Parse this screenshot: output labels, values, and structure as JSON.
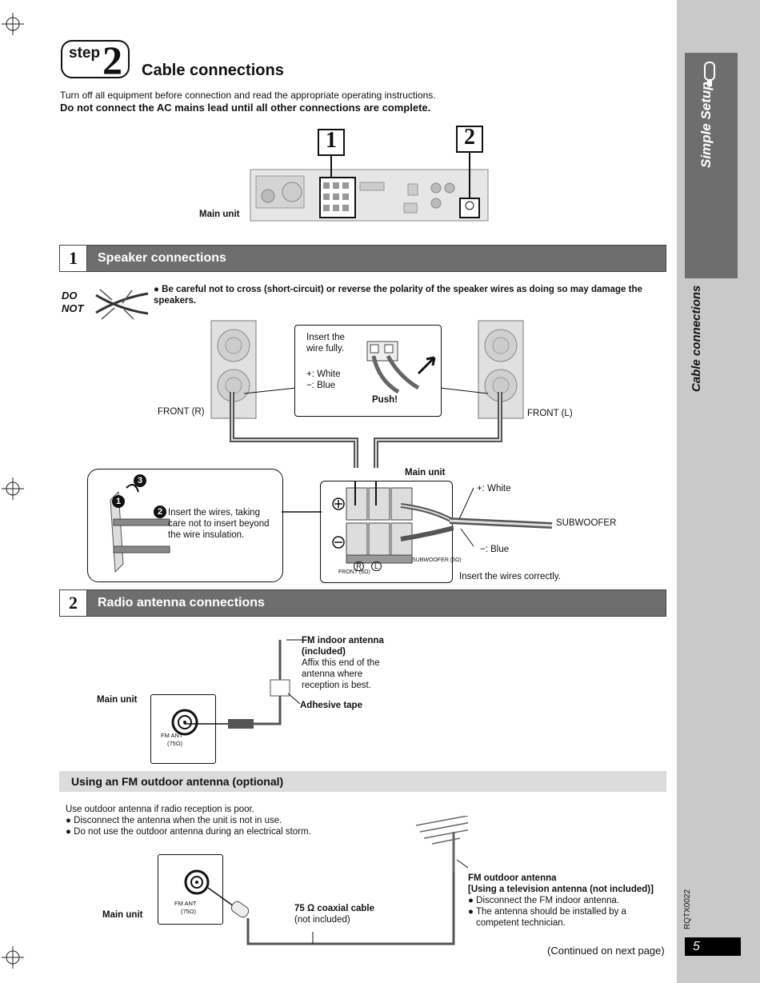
{
  "step": {
    "word": "step",
    "number": "2",
    "title": "Cable connections"
  },
  "intro": {
    "line1": "Turn off all equipment before connection and read the appropriate operating instructions.",
    "line2": "Do not connect the AC mains lead until all other connections are complete."
  },
  "top_diagram": {
    "callout1": "1",
    "callout2": "2",
    "main_unit": "Main unit"
  },
  "section1": {
    "number": "1",
    "title": "Speaker connections",
    "do_not": "DO\nNOT",
    "warning": "Be careful not to cross (short-circuit) or reverse the polarity of the speaker wires as doing so may damage the speakers.",
    "insert_fully": "Insert the wire fully.",
    "plus_white": "+: White",
    "minus_blue": "−: Blue",
    "push": "Push!",
    "front_r": "FRONT (R)",
    "front_l": "FRONT (L)",
    "main_unit": "Main unit",
    "insert_wires_care": "Insert the wires, taking care not to insert beyond the wire insulation.",
    "plus_white_2": "+: White",
    "minus_blue_2": "−: Blue",
    "subwoofer": "SUBWOOFER",
    "insert_correctly": "Insert the wires correctly.",
    "step_marks": [
      "1",
      "2",
      "3"
    ],
    "terminal_front": "FRONT (6Ω)",
    "terminal_sub": "SUBWOOFER (6Ω)",
    "terminal_r": "R",
    "terminal_l": "L"
  },
  "section2": {
    "number": "2",
    "title": "Radio antenna connections",
    "main_unit": "Main unit",
    "fm_indoor": "FM indoor antenna (included)",
    "affix": "Affix this end of the antenna where reception is best.",
    "adhesive": "Adhesive tape",
    "fm_ant": "FM ANT",
    "ohm": "(75Ω)"
  },
  "outdoor": {
    "title": "Using an FM outdoor antenna (optional)",
    "line1": "Use outdoor antenna if radio reception is poor.",
    "bullet1": "Disconnect the antenna when the unit is not in use.",
    "bullet2": "Do not use the outdoor antenna during an electrical storm.",
    "main_unit": "Main unit",
    "fm_ant": "FM ANT",
    "ohm": "(75Ω)",
    "cable": "75 Ω coaxial cable",
    "cable_note": "(not included)",
    "outdoor_title": "FM outdoor antenna",
    "outdoor_sub": "[Using a television antenna (not included)]",
    "outdoor_b1": "Disconnect the FM indoor antenna.",
    "outdoor_b2": "The antenna should be installed by a competent technician."
  },
  "footer": {
    "continued": "(Continued on next page)",
    "page": "5",
    "code": "RQTX0022"
  },
  "sidebar": {
    "simple_setup": "Simple Setup",
    "cable_connections": "Cable connections"
  }
}
